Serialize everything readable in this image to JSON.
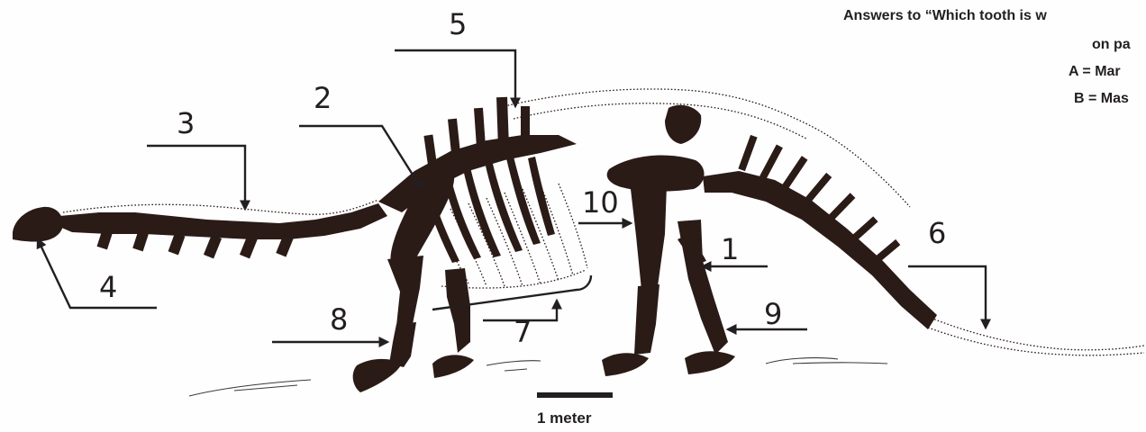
{
  "answers": {
    "line1": "Answers to “Which tooth is w",
    "line2": "on pa",
    "line3": "A = Mar",
    "line4": "B = Mas"
  },
  "labels": [
    "1",
    "2",
    "3",
    "4",
    "5",
    "6",
    "7",
    "8",
    "9",
    "10"
  ],
  "scale_bar": {
    "label": "1 meter"
  }
}
